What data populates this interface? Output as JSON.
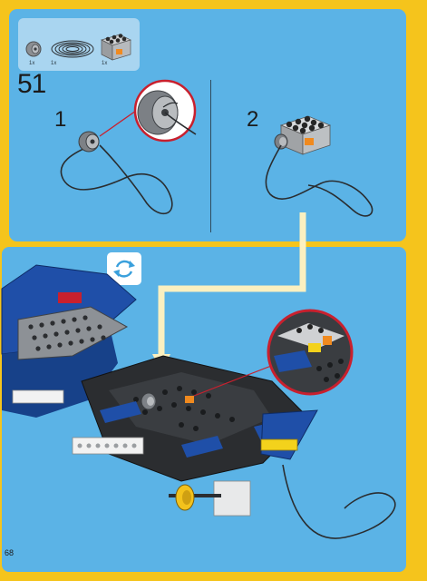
{
  "step": {
    "number": "51"
  },
  "parts": [
    {
      "name": "technic-bush",
      "qty": "1x"
    },
    {
      "name": "string-cable",
      "qty": "1x"
    },
    {
      "name": "electric-brick-with-connector",
      "qty": "1x"
    }
  ],
  "substeps": [
    {
      "label": "1"
    },
    {
      "label": "2"
    }
  ],
  "page": {
    "number": "68"
  },
  "icons": {
    "rotate": "rotate-model-icon"
  },
  "colors": {
    "background": "#f5c41c",
    "panel": "#5bb3e6",
    "parts_box": "#a9d5f0",
    "callout_ring": "#c8202e",
    "arrow": "#fbf0c0",
    "model_blue": "#1f4fa8"
  }
}
